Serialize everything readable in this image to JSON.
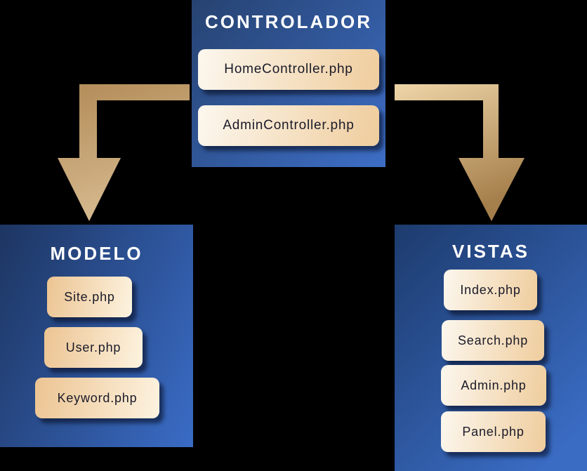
{
  "diagram": {
    "controller": {
      "title": "CONTROLADOR",
      "items": [
        "HomeController.php",
        "AdminController.php"
      ]
    },
    "model": {
      "title": "MODELO",
      "items": [
        "Site.php",
        "User.php",
        "Keyword.php"
      ]
    },
    "views": {
      "title": "VISTAS",
      "items": [
        "Index.php",
        "Search.php",
        "Admin.php",
        "Panel.php"
      ]
    },
    "arrows": [
      {
        "name": "controller-to-model",
        "direction": "down-left"
      },
      {
        "name": "controller-to-views",
        "direction": "down-right"
      }
    ]
  },
  "colors": {
    "background": "#000000",
    "panel_dark_navy": "#1d3561",
    "panel_bright_blue": "#3d6ec6",
    "card_cream": "#fcf7ee",
    "card_tan": "#efcd9d",
    "card_text": "#1a1a28",
    "title_text": "#ffffff",
    "arrow_gold_light": "#eed5a8",
    "arrow_gold_dark": "#a57f4b"
  }
}
